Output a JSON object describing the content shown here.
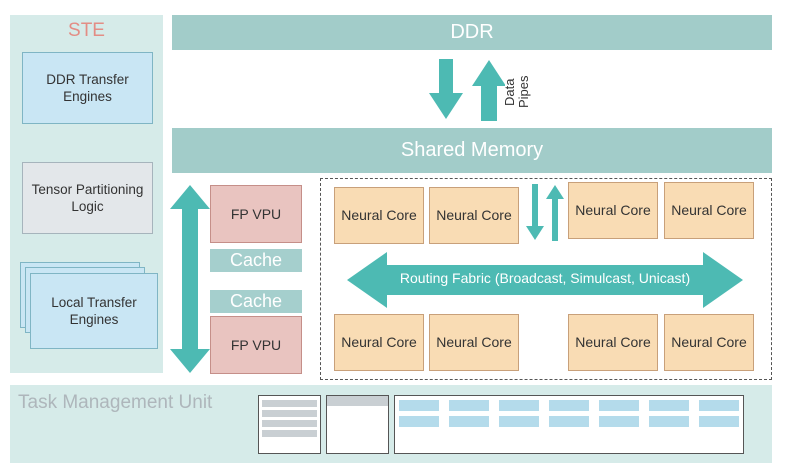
{
  "ste": {
    "title": "STE",
    "ddr_engines": "DDR Transfer Engines",
    "tensor_logic": "Tensor Partitioning Logic",
    "local_engines": "Local Transfer Engines"
  },
  "ddr": {
    "label": "DDR"
  },
  "data_pipes": {
    "label": "Data Pipes"
  },
  "shared_memory": {
    "label": "Shared Memory"
  },
  "vpu": {
    "top_label": "FP VPU",
    "bottom_label": "FP VPU"
  },
  "cache": {
    "top_label": "Cache",
    "bottom_label": "Cache"
  },
  "cores": {
    "r1c1": "Neural Core",
    "r1c2": "Neural Core",
    "r1c3": "Neural Core",
    "r1c4": "Neural Core",
    "r2c1": "Neural Core",
    "r2c2": "Neural Core",
    "r2c3": "Neural Core",
    "r2c4": "Neural Core"
  },
  "routing_fabric": {
    "label": "Routing Fabric (Broadcast, Simulcast, Unicast)"
  },
  "tmu": {
    "title": "Task Management Unit"
  },
  "colors": {
    "teal": "#4dbab3",
    "teal_bar": "#a2ccc9",
    "panel_bg": "#d6ebe9",
    "core_fill": "#f9dcb4",
    "vpu_fill": "#e9c4c0",
    "ste_title": "#e38d85"
  }
}
